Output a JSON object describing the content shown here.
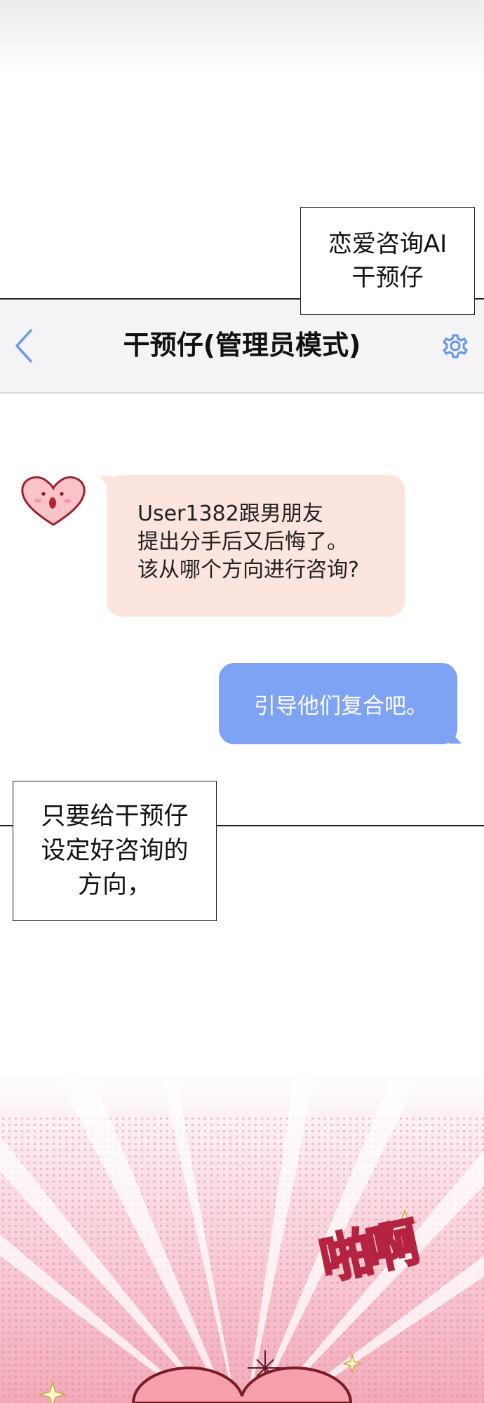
{
  "caption_top": {
    "line1": "恋爱咨询AI",
    "line2": "干预仔"
  },
  "header": {
    "title": "干预仔(管理员模式)",
    "back_icon": "chevron-left-icon",
    "settings_icon": "gear-icon",
    "accent": "#6c97e8"
  },
  "messages": [
    {
      "from": "ai",
      "lines": [
        "User1382跟男朋友",
        "提出分手后又后悔了。",
        "该从哪个方向进行咨询?"
      ],
      "color": "#fce4df"
    },
    {
      "from": "admin",
      "text": "引导他们复合吧。",
      "color": "#7ea2f4"
    }
  ],
  "caption_mid": {
    "line1": "只要给干预仔",
    "line2": "设定好咨询的",
    "line3": "方向，"
  },
  "sfx": "啪啊"
}
